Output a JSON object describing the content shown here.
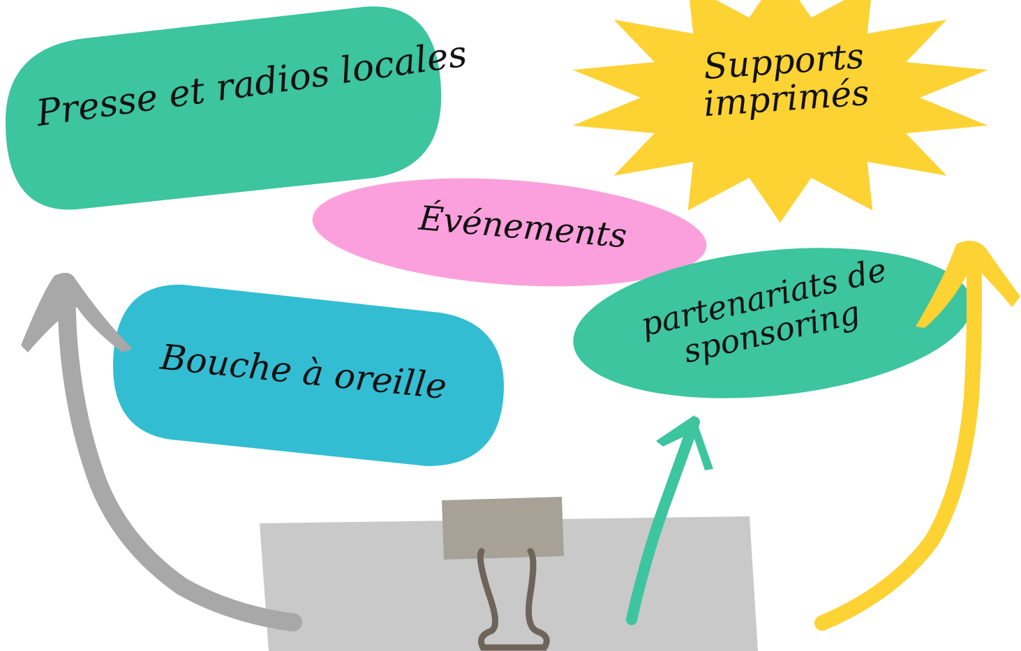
{
  "nodes": {
    "presse": {
      "label": "Presse et radios locales",
      "color": "#3cc59f"
    },
    "evenements": {
      "label": "Événements",
      "color": "#fca0dd"
    },
    "bouche": {
      "label": "Bouche à oreille",
      "color": "#33bdd2"
    },
    "supports": {
      "lines": [
        "Supports",
        "imprimés"
      ],
      "color": "#fdd233"
    },
    "partenariats": {
      "lines": [
        "partenariats de",
        "sponsoring"
      ],
      "color": "#3cc59f"
    }
  },
  "arrows": {
    "gray": "#a8a8a8",
    "green": "#3cc59f",
    "yellow": "#fdd233"
  },
  "base": {
    "paper_color": "#c9c9c9",
    "clip_color": "#a7a196",
    "clip_wire_color": "#6e6459"
  }
}
